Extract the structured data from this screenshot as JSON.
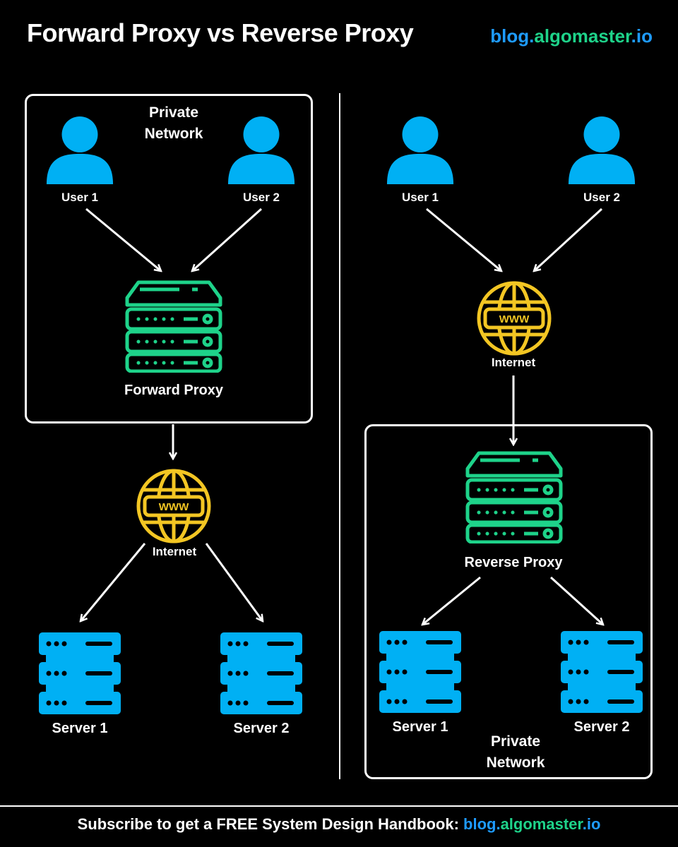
{
  "header": {
    "title": "Forward Proxy vs Reverse Proxy",
    "brand_part1": "blog.",
    "brand_part2": "algomaster",
    "brand_part3": ".io"
  },
  "forward": {
    "network_label": "Private\nNetwork",
    "user1": "User 1",
    "user2": "User 2",
    "proxy_label": "Forward Proxy",
    "internet_label": "Internet",
    "server1": "Server 1",
    "server2": "Server 2"
  },
  "reverse": {
    "user1": "User 1",
    "user2": "User 2",
    "internet_label": "Internet",
    "proxy_label": "Reverse Proxy",
    "server1": "Server 1",
    "server2": "Server 2",
    "network_label": "Private\nNetwork"
  },
  "footer": {
    "text": "Subscribe to get a FREE System Design Handbook: ",
    "link_part1": "blog.",
    "link_part2": "algomaster",
    "link_part3": ".io"
  },
  "colors": {
    "user": "#00b0f4",
    "proxy": "#1ed38a",
    "internet": "#f3c623",
    "server": "#00b0f4",
    "background": "#000000"
  },
  "icons": [
    "user-icon",
    "proxy-server-icon",
    "globe-www-icon",
    "server-icon"
  ]
}
